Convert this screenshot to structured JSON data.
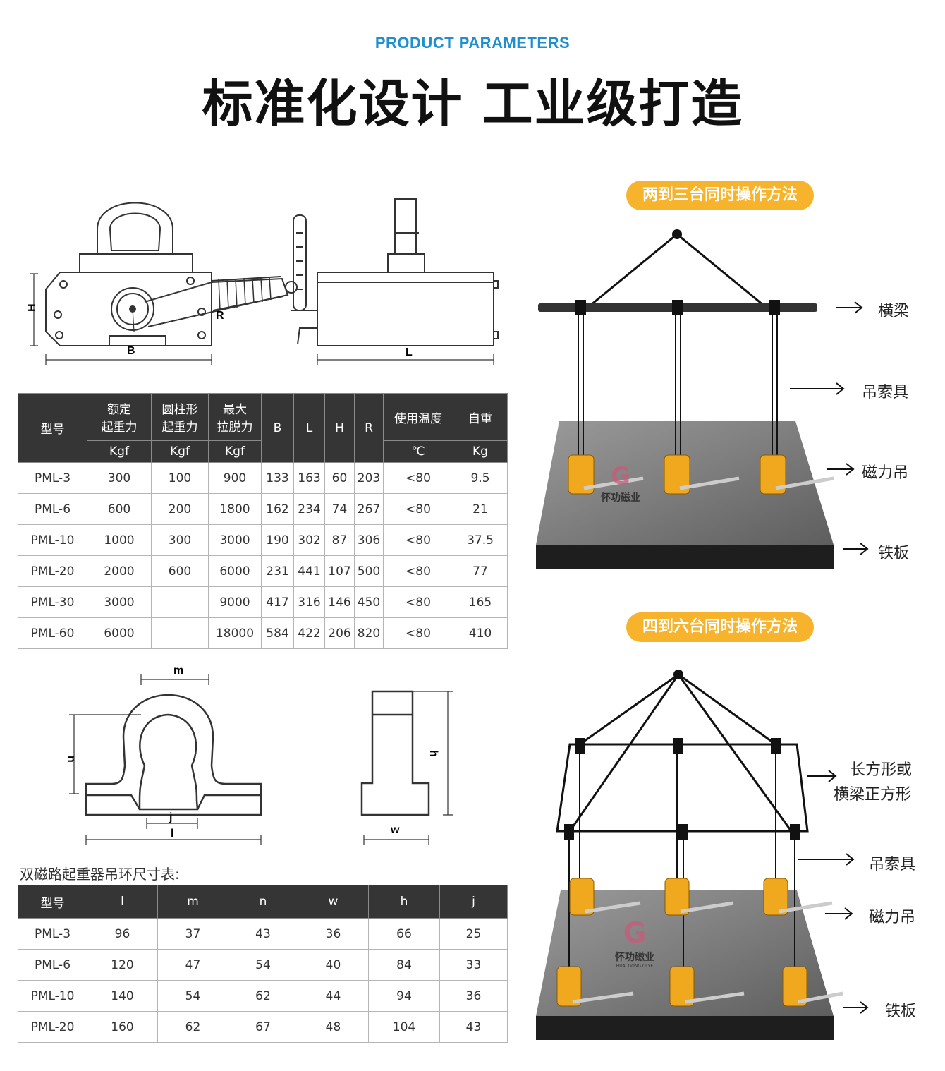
{
  "header": {
    "eyebrow": "PRODUCT PARAMETERS",
    "title": "标准化设计 工业级打造"
  },
  "diagram_labels": {
    "H": "H",
    "B": "B",
    "R": "R",
    "L": "L",
    "m": "m",
    "n": "n",
    "j": "j",
    "l": "l",
    "h": "h",
    "w": "w"
  },
  "spec_table": {
    "headers": {
      "model": "型号",
      "rated": [
        "额定",
        "起重力"
      ],
      "cyl": [
        "圆柱形",
        "起重力"
      ],
      "max": [
        "最大",
        "拉脱力"
      ],
      "B": "B",
      "L": "L",
      "H": "H",
      "R": "R",
      "temp": "使用温度",
      "weight": "自重"
    },
    "units": [
      "Kgf",
      "Kgf",
      "Kgf",
      "℃",
      "Kg"
    ],
    "rows": [
      [
        "PML-3",
        "300",
        "100",
        "900",
        "133",
        "163",
        "60",
        "203",
        "<80",
        "9.5"
      ],
      [
        "PML-6",
        "600",
        "200",
        "1800",
        "162",
        "234",
        "74",
        "267",
        "<80",
        "21"
      ],
      [
        "PML-10",
        "1000",
        "300",
        "3000",
        "190",
        "302",
        "87",
        "306",
        "<80",
        "37.5"
      ],
      [
        "PML-20",
        "2000",
        "600",
        "6000",
        "231",
        "441",
        "107",
        "500",
        "<80",
        "77"
      ],
      [
        "PML-30",
        "3000",
        "",
        "9000",
        "417",
        "316",
        "146",
        "450",
        "<80",
        "165"
      ],
      [
        "PML-60",
        "6000",
        "",
        "18000",
        "584",
        "422",
        "206",
        "820",
        "<80",
        "410"
      ]
    ]
  },
  "ring_table": {
    "caption": "双磁路起重器吊环尺寸表:",
    "headers": [
      "型号",
      "l",
      "m",
      "n",
      "w",
      "h",
      "j"
    ],
    "rows": [
      [
        "PML-3",
        "96",
        "37",
        "43",
        "36",
        "66",
        "25"
      ],
      [
        "PML-6",
        "120",
        "47",
        "54",
        "40",
        "84",
        "33"
      ],
      [
        "PML-10",
        "140",
        "54",
        "62",
        "44",
        "94",
        "36"
      ],
      [
        "PML-20",
        "160",
        "62",
        "67",
        "48",
        "104",
        "43"
      ]
    ]
  },
  "method1": {
    "title": "两到三台同时操作方法",
    "labels": {
      "beam": "横梁",
      "sling": "吊索具",
      "magnet": "磁力吊",
      "plate": "铁板"
    }
  },
  "method2": {
    "title": "四到六台同时操作方法",
    "labels": {
      "frame1": "长方形或",
      "frame2": "横梁正方形",
      "sling": "吊索具",
      "magnet": "磁力吊",
      "plate": "铁板"
    }
  },
  "watermark": {
    "brand": "怀功磁业",
    "brand_en": "HUAI GONG CI YE"
  },
  "colors": {
    "accent_blue": "#1f8fd0",
    "pill": "#f7b32b",
    "table_header": "#353535",
    "magnet": "#f0a81e"
  }
}
